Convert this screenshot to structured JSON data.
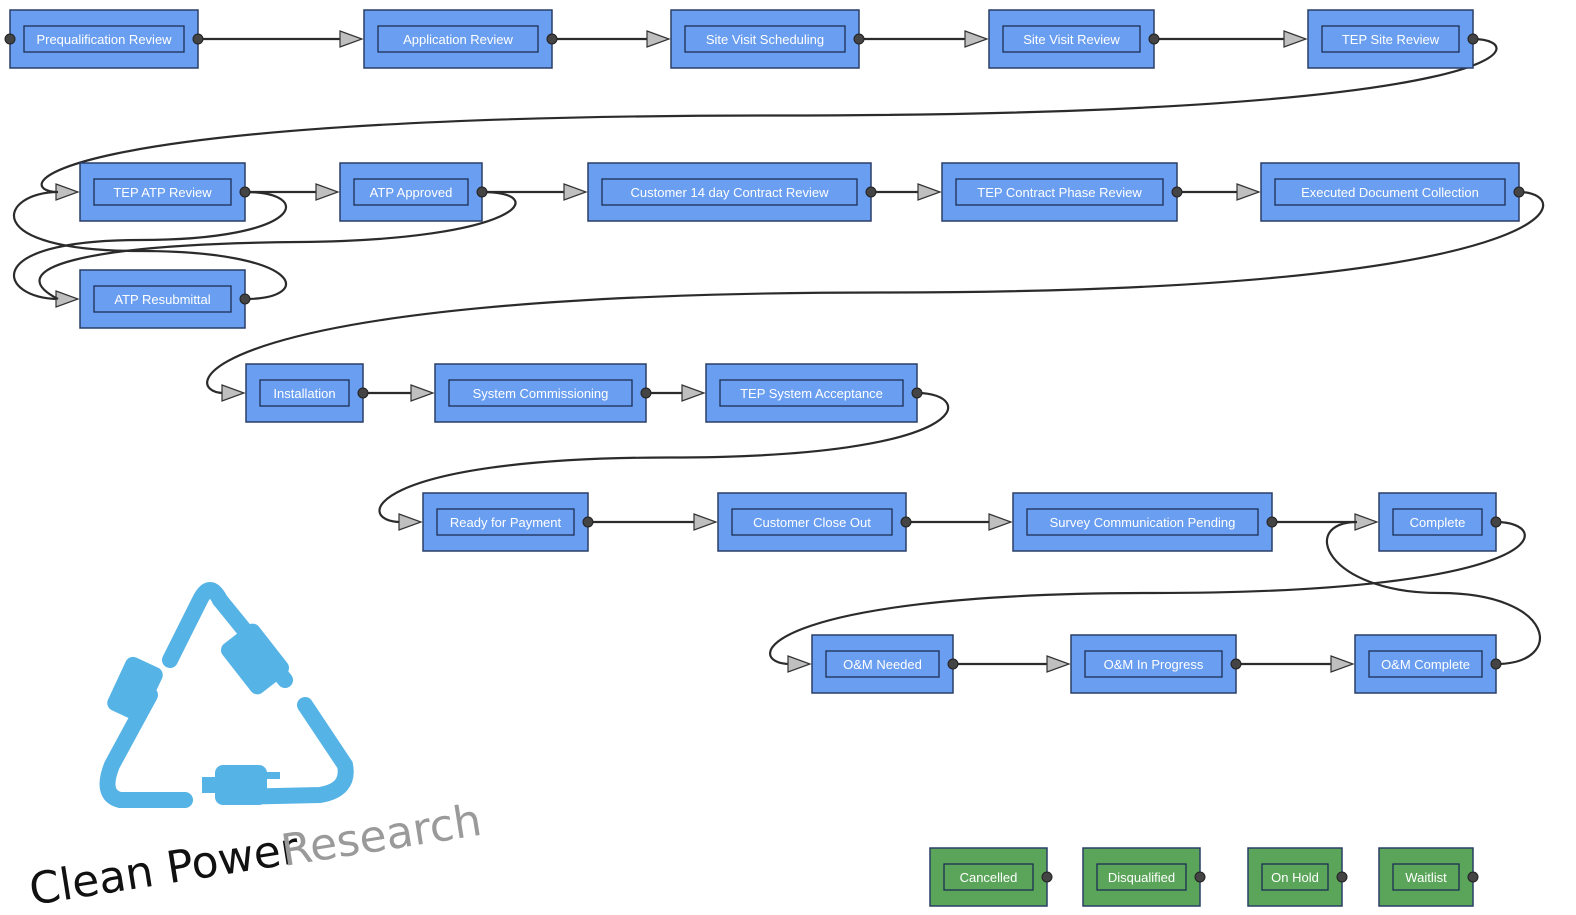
{
  "colors": {
    "status_node": "#6a9ef0",
    "terminal_node": "#5aa55a",
    "logo": "#55b3e6"
  },
  "nodes": [
    {
      "id": "prequal",
      "label": "Prequalification Review"
    },
    {
      "id": "app",
      "label": "Application Review"
    },
    {
      "id": "svsched",
      "label": "Site Visit Scheduling"
    },
    {
      "id": "svreview",
      "label": "Site Visit Review"
    },
    {
      "id": "tepsite",
      "label": "TEP Site Review"
    },
    {
      "id": "tepatp",
      "label": "TEP ATP Review"
    },
    {
      "id": "atpappr",
      "label": "ATP Approved"
    },
    {
      "id": "cust14",
      "label": "Customer 14 day Contract Review"
    },
    {
      "id": "tepcontract",
      "label": "TEP Contract Phase Review"
    },
    {
      "id": "execdoc",
      "label": "Executed Document Collection"
    },
    {
      "id": "atpresub",
      "label": "ATP Resubmittal"
    },
    {
      "id": "install",
      "label": "Installation"
    },
    {
      "id": "syscomm",
      "label": "System Commissioning"
    },
    {
      "id": "tepsys",
      "label": "TEP System Acceptance"
    },
    {
      "id": "ready",
      "label": "Ready for Payment"
    },
    {
      "id": "closeout",
      "label": "Customer Close Out"
    },
    {
      "id": "survey",
      "label": "Survey Communication Pending"
    },
    {
      "id": "complete",
      "label": "Complete"
    },
    {
      "id": "omneeded",
      "label": "O&M Needed"
    },
    {
      "id": "omprog",
      "label": "O&M In Progress"
    },
    {
      "id": "omcomplete",
      "label": "O&M Complete"
    },
    {
      "id": "cancelled",
      "label": "Cancelled",
      "kind": "terminal"
    },
    {
      "id": "disq",
      "label": "Disqualified",
      "kind": "terminal"
    },
    {
      "id": "onhold",
      "label": "On Hold",
      "kind": "terminal"
    },
    {
      "id": "waitlist",
      "label": "Waitlist",
      "kind": "terminal"
    }
  ],
  "logo": {
    "word1": "Clean Power",
    "word2": "Research"
  }
}
